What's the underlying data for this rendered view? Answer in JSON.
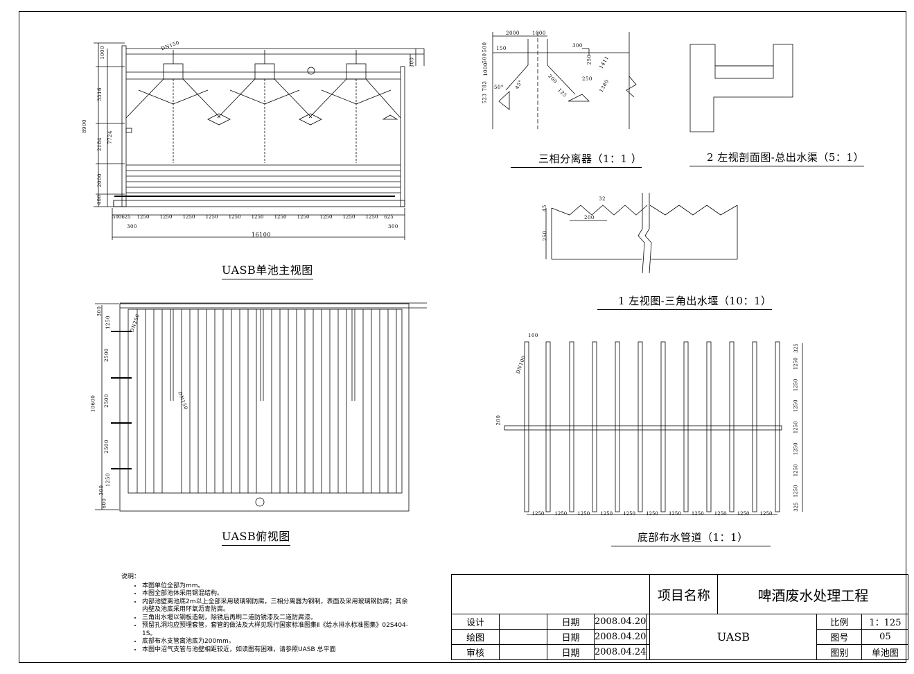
{
  "drawings": {
    "front_view": {
      "caption": "UASB单池主视图",
      "dims_left": [
        "1000",
        "3316",
        "2184",
        "2000",
        "400",
        "8900",
        "7724"
      ],
      "dims_right": [
        "300"
      ],
      "dims_bottom_row": [
        "500",
        "625",
        "1250",
        "1250",
        "1250",
        "1250",
        "1250",
        "1250",
        "1250",
        "1250",
        "1250",
        "1250",
        "1250",
        "625"
      ],
      "dims_bottom_small": [
        "300",
        "300"
      ],
      "total_length": "16100",
      "pipe_label": "DN150"
    },
    "plan_view": {
      "caption": "UASB俯视图",
      "dims_left": [
        "300",
        "1250",
        "2500",
        "2500",
        "2500",
        "1250",
        "300",
        "600",
        "10600"
      ],
      "pipe_labels": [
        "DN250",
        "DN150"
      ]
    },
    "separator": {
      "caption": "三相分离器（1：1 ）",
      "dims": [
        "2000",
        "1000",
        "150",
        "500",
        "500",
        "1000",
        "783",
        "523",
        "300",
        "250",
        "200",
        "250",
        "125",
        "1411",
        "1380",
        "50°",
        "45°"
      ]
    },
    "channel_section": {
      "caption": "2 左视剖面图-总出水渠（5：1）"
    },
    "weir": {
      "caption": "1 左视图-三角出水堰（10：1）",
      "dims": [
        "32",
        "45",
        "200",
        "250"
      ]
    },
    "distribution": {
      "caption": "底部布水管道（1：1）",
      "dims_bottom": [
        "1250",
        "1250",
        "1250",
        "1250",
        "1250",
        "1250",
        "1250",
        "1250",
        "1250",
        "1250",
        "1250"
      ],
      "dims_right": [
        "325",
        "1250",
        "1250",
        "1250",
        "1250",
        "1250",
        "1250",
        "1250",
        "325"
      ],
      "dims_left": [
        "100",
        "DN100",
        "200"
      ]
    }
  },
  "notes": {
    "heading": "说明：",
    "items": [
      "本图单位全部为mm。",
      "本图全部池体采用钢混结构。",
      "内部池壁离池底2m以上全部采用玻璃钢防腐，三相分离器为钢制，表面及采用玻璃钢防腐；其余内壁及池底采用环氧沥青防腐。",
      "三角出水堰以钢板造制，除锈后再刷二道防锈漆及二道防腐漆。",
      "预留孔洞均应预埋套管，套管的做法及大样见现行国家标准图集Ⅱ《给水排水标准图集》02S404-1S。",
      "底部布水支管离池底为200mm。",
      "本图中沼气支管与池壁相距较近，如读图有困难，请参照UASB 总平面"
    ]
  },
  "title_block": {
    "project_label": "项目名称",
    "project_name": "啤酒废水处理工程",
    "drawing_name": "UASB",
    "rows": [
      {
        "role": "设计",
        "date_label": "日期",
        "date": "2008.04.20",
        "key": "比例",
        "val": "1：125"
      },
      {
        "role": "绘图",
        "date_label": "日期",
        "date": "2008.04.20",
        "key": "图号",
        "val": "05"
      },
      {
        "role": "审核",
        "date_label": "日期",
        "date": "2008.04.24",
        "key": "图别",
        "val": "单池图"
      }
    ]
  }
}
